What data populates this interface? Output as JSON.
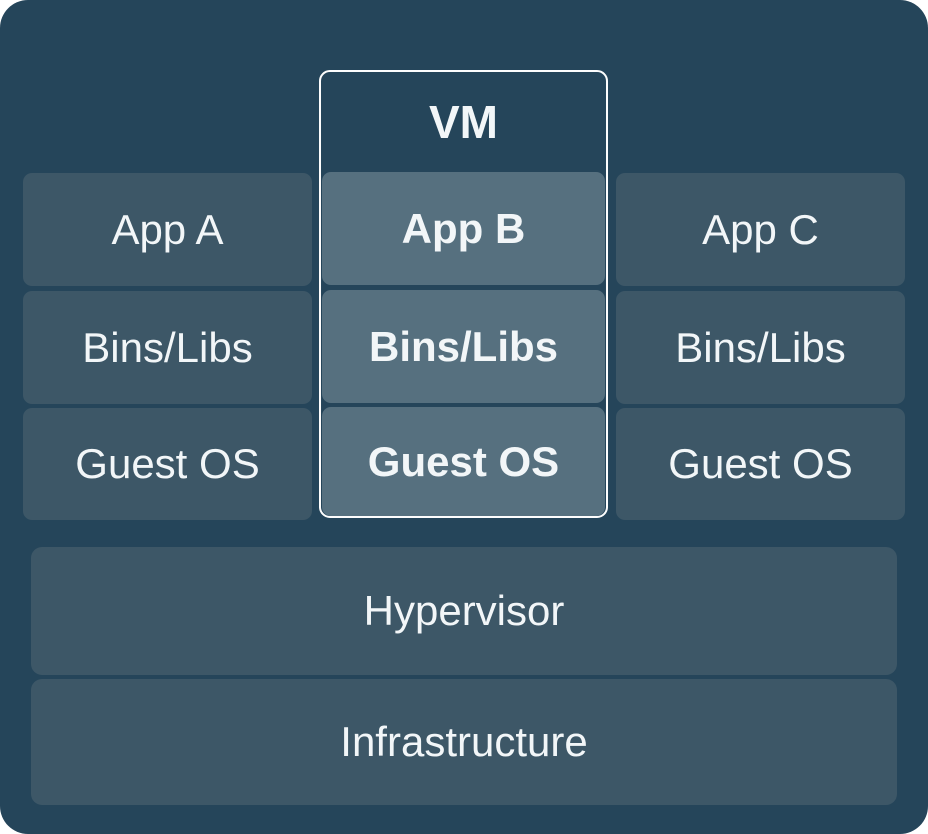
{
  "diagram": {
    "type": "virtualization-architecture"
  },
  "vm": {
    "title": "VM",
    "layers": [
      "App B",
      "Bins/Libs",
      "Guest OS"
    ]
  },
  "left_column": {
    "layers": [
      "App A",
      "Bins/Libs",
      "Guest OS"
    ]
  },
  "right_column": {
    "layers": [
      "App C",
      "Bins/Libs",
      "Guest OS"
    ]
  },
  "base": {
    "hypervisor": "Hypervisor",
    "infrastructure": "Infrastructure"
  },
  "colors": {
    "page_background": "#FFFFFF",
    "diagram_background": "#25455A",
    "layer_box": "#3D5767",
    "vm_layer_box": "#56707F",
    "vm_border": "#FDFDFD",
    "text": "#F2F6F8"
  }
}
